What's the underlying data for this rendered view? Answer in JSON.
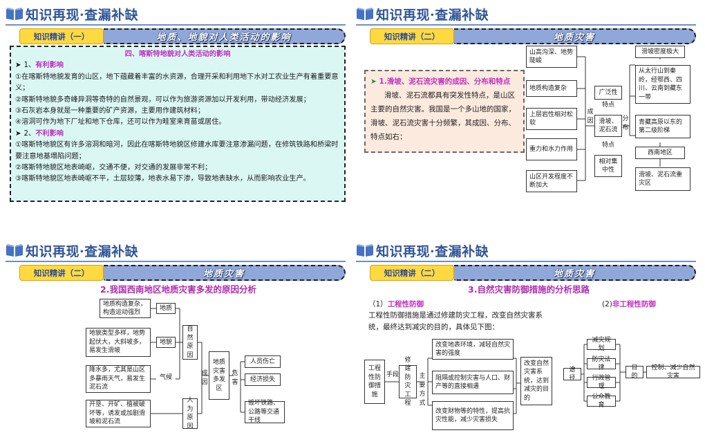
{
  "header_title": "知识再现·查漏补缺",
  "panels": [
    {
      "bar_label": "知识精讲（一）",
      "bar_title": "地质、地貌对人类活动的影响",
      "section_heading": "四、喀斯特地貌对人类活动的影响",
      "favorable_heading_num": "1、",
      "favorable_heading": "有利影响",
      "favorable_items": [
        "①在喀斯特地貌发育的山区，地下蕴藏着丰富的水资源，合理开采和利用地下水对工农业生产有着重要意义；",
        "②喀斯特地貌多奇峰异洞等奇特的自然景观，可以作为旅游资源加以开发利用，带动经济发展；",
        "③石灰岩本身就是一种重要的矿产资源，主要用作建筑材料；",
        "④溶洞可作为地下厂址和地下仓库，还可以作为畦室来育苗或居住。"
      ],
      "unfavorable_heading_num": "2、",
      "unfavorable_heading": "不利影响",
      "unfavorable_items": [
        "①喀斯特地貌区有许多溶洞和暗河，因此在喀斯特地貌区修建水库要注意渗漏问题，在修筑铁路和桥梁时要注意地基塌陷问题；",
        "②喀斯特地貌区地表崎岖，交通不便，对交通的发展非常不利；",
        "③喀斯特地貌区地表崎岖不平，土层较薄，地表水易下渗，导致地表缺水，从而影响农业生产。"
      ]
    },
    {
      "bar_label": "知识精讲（二）",
      "bar_title": "地质灾害",
      "note_heading": "1.滑坡、泥石流灾害的成因、分布和特点",
      "note_body": "滑坡、泥石流都具有突发性特点，是山区主要的自然灾害。我国是一个多山地的国家，滑坡、泥石流灾害十分频繁，其成因、分布、特点如右：",
      "causes": [
        "山高沟深、地势陡峻",
        "地质构造复杂",
        "上层岩性相对松软",
        "重力和水力作用",
        "山区开发程度不断加大"
      ],
      "cause_label": "成因",
      "center": "滑坡、泥石流",
      "feature_label": "特点",
      "features": [
        "广泛性",
        "相对集中性"
      ],
      "dist_label": "分布",
      "distribution": [
        "滑坡密度极大",
        "从太行山到秦岭，经鄂西、四川、云南到藏东一带",
        "青藏高原以东的第二级阶梯",
        "西南地区",
        "滑坡、泥石流重灾区"
      ]
    },
    {
      "bar_label": "知识精讲（二）",
      "bar_title": "地质灾害",
      "section_title": "2.我国西南地区地质灾害多发的原因分析",
      "details": [
        "地质构造复杂，构造运动强烈",
        "地貌类型多样，地势起伏大，大斜坡多，易发生滑坡",
        "降水多，尤其是山区多暴雨天气，易发生泥石流",
        "开垦、开矿、植被破坏等，诱发或加剧滑坡和泥石流"
      ],
      "factors": [
        "地质",
        "地貌",
        "气候"
      ],
      "natural": "自然原因",
      "human": "人为原因",
      "cause_label": "成因",
      "center": "地质灾害多发区",
      "harm_label": "危害",
      "harms": [
        "人员伤亡",
        "经济损失",
        "毁坏铁路、公路等交通干线"
      ]
    },
    {
      "bar_label": "知识精讲（二）",
      "bar_title": "地质灾害",
      "section_title": "3.自然灾害防御措施的分析思路",
      "eng_num": "（1）",
      "eng_label": "工程性防御",
      "noneng_num": "(2)",
      "noneng_label": "非工程性防御",
      "eng_text": "工程性防御措施是通过修建防灾工程，改变自然灾害系统，最终达到减灾的目的，具体见下图：",
      "eng_flow": {
        "start": "工程性防御措施",
        "means": "手段",
        "build": "修建防灾工程",
        "mode": "主要方式",
        "ways": [
          "改变地表环境，减轻自然灾害的强度",
          "阻隔或控制灾害与人口、财产等的直接相遇",
          "改变财物等的特性，提高抗灾性能，减少灾害损失"
        ],
        "result": "改变自然灾害系统，达到减灾的目的"
      },
      "noneng_flow": {
        "route": "途径",
        "items": [
          "减灾规划",
          "防灾法律",
          "行政管理",
          "公众教育"
        ],
        "goal": "目的",
        "result": "控制、减少自然灾害"
      }
    }
  ]
}
